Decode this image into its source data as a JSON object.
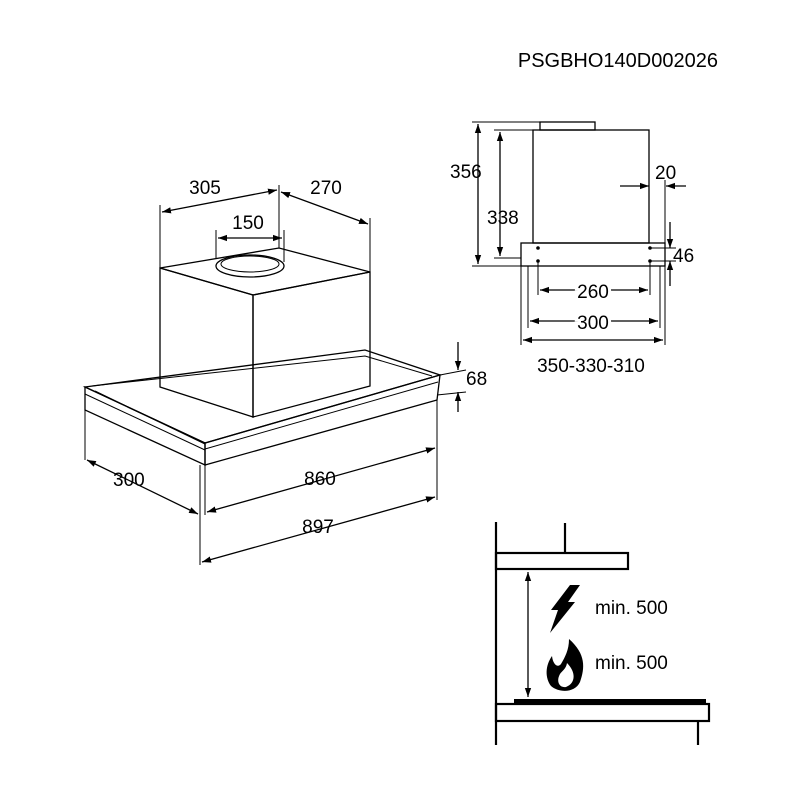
{
  "product_code": "PSGBHO140D002026",
  "main_view": {
    "dims": {
      "chimney_depth": "305",
      "chimney_width": "270",
      "outlet_diameter": "150",
      "canopy_height": "68",
      "depth": "300",
      "inner_width": "860",
      "total_width": "897"
    }
  },
  "side_view": {
    "dims": {
      "total_height": "356",
      "body_height": "338",
      "offset": "20",
      "lip": "46",
      "inner_depth": "260",
      "depth": "300",
      "variants": "350-330-310"
    }
  },
  "clearance_view": {
    "electric_label": "min. 500",
    "gas_label": "min. 500"
  },
  "icons": {
    "electric": "lightning-icon",
    "gas": "flame-icon"
  }
}
